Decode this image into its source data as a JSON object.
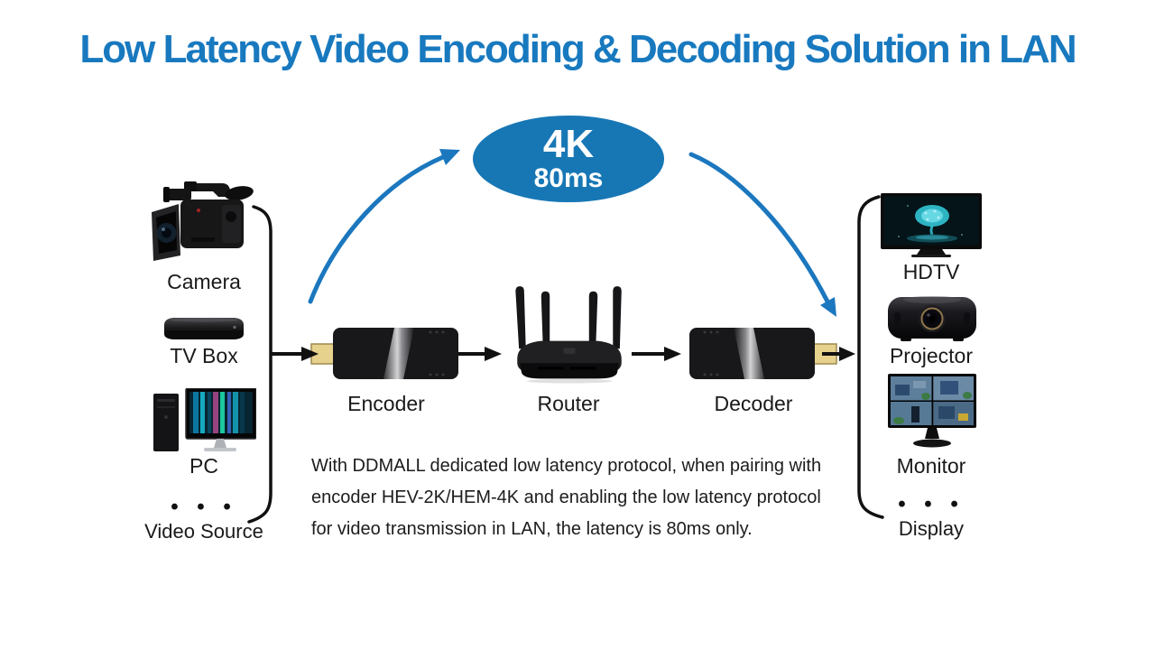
{
  "title": {
    "text": "Low Latency Video Encoding & Decoding Solution in LAN",
    "color": "#1879BF"
  },
  "badge": {
    "line1": "4K",
    "line2": "80ms",
    "bg_color": "#1777B5",
    "text_color": "#ffffff"
  },
  "sources": {
    "group_label": "Video Source",
    "ellipsis": "• • •",
    "items": [
      {
        "label": "Camera",
        "icon": "camcorder-icon"
      },
      {
        "label": "TV Box",
        "icon": "tv-box-icon"
      },
      {
        "label": "PC",
        "icon": "desktop-pc-icon"
      }
    ]
  },
  "pipeline": {
    "items": [
      {
        "label": "Encoder",
        "icon": "encoder-dongle-icon"
      },
      {
        "label": "Router",
        "icon": "router-icon"
      },
      {
        "label": "Decoder",
        "icon": "decoder-dongle-icon"
      }
    ]
  },
  "displays": {
    "group_label": "Display",
    "ellipsis": "• • •",
    "items": [
      {
        "label": "HDTV",
        "icon": "hdtv-icon"
      },
      {
        "label": "Projector",
        "icon": "projector-icon"
      },
      {
        "label": "Monitor",
        "icon": "monitor-icon"
      }
    ]
  },
  "description": {
    "lines": [
      "With DDMALL dedicated low latency protocol, when pairing with",
      "encoder HEV-2K/HEM-4K and enabling the low latency protocol",
      "for video transmission in LAN, the latency is 80ms only."
    ]
  },
  "colors": {
    "accent_blue": "#1B77BE",
    "connector_black": "#111111"
  }
}
